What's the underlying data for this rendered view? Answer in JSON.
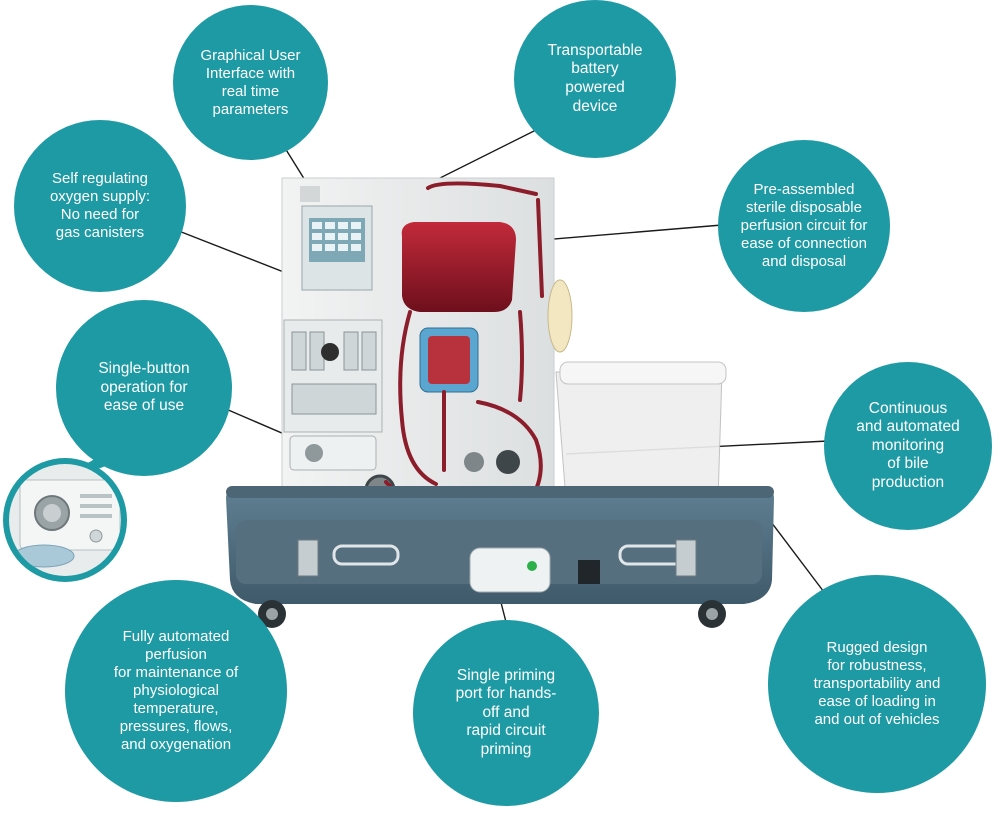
{
  "theme": {
    "bubble_color": "#1e9aa4",
    "text_color": "#ffffff",
    "frame_color": "#4f6e80",
    "fluid_color": "#8c1d2a"
  },
  "callouts": {
    "gui": "Graphical User\nInterface with\nreal time\nparameters",
    "battery": "Transportable\nbattery\npowered\ndevice",
    "oxygen": "Self regulating\noxygen supply:\nNo need for\ngas canisters",
    "circuit": "Pre-assembled\nsterile disposable\nperfusion circuit for\nease of connection\nand disposal",
    "single_button": "Single-button\noperation for\nease of use",
    "bile": "Continuous\nand automated\nmonitoring\nof bile\nproduction",
    "automated": "Fully automated\nperfusion\nfor maintenance of\nphysiological\ntemperature,\npressures, flows,\nand oxygenation",
    "priming": "Single priming\nport for hands-\noff and\nrapid circuit\npriming",
    "rugged": "Rugged design\nfor robustness,\ntransportability and\nease of loading in\nand out of vehicles"
  },
  "device_icons": [
    "perfusion-device-illustration",
    "button-closeup-illustration"
  ]
}
